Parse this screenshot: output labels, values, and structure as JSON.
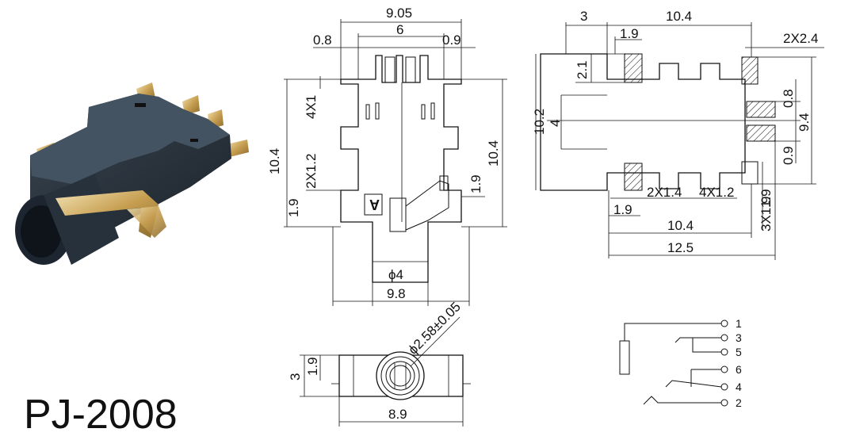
{
  "model": "PJ-2008",
  "top_view": {
    "overall_width": "9.05",
    "inner_width": "6",
    "left_offset": "0.8",
    "right_offset": "0.9",
    "left_height": "10.4",
    "right_height": "10.4",
    "slots": "4X1",
    "lower_slots": "2X1.2",
    "left_bottom": "1.9",
    "right_bottom": "1.9",
    "jack_dia": "ϕ4",
    "bottom_width": "9.8",
    "marker": "A"
  },
  "footprint": {
    "left_top": "3",
    "top_span": "10.4",
    "pad_width": "1.9",
    "pad_height": "2.1",
    "pads_right": "2X2.4",
    "overall_height": "10.2",
    "body_height": "4",
    "right_pad": "0.8",
    "right_span": "9.4",
    "right_gap": "0.9",
    "lower_pads": "2X1.4",
    "lower_small": "4X1.2",
    "bottom_left": "1.9",
    "pitch": "3X1.9",
    "bottom_span": "10.4",
    "overall_length": "12.5"
  },
  "front_view": {
    "height": "3",
    "center_height": "1.9",
    "bore": "ϕ2.58±0.05",
    "width": "8.9"
  },
  "schematic": {
    "pins": [
      "1",
      "3",
      "5",
      "6",
      "4",
      "2"
    ]
  }
}
